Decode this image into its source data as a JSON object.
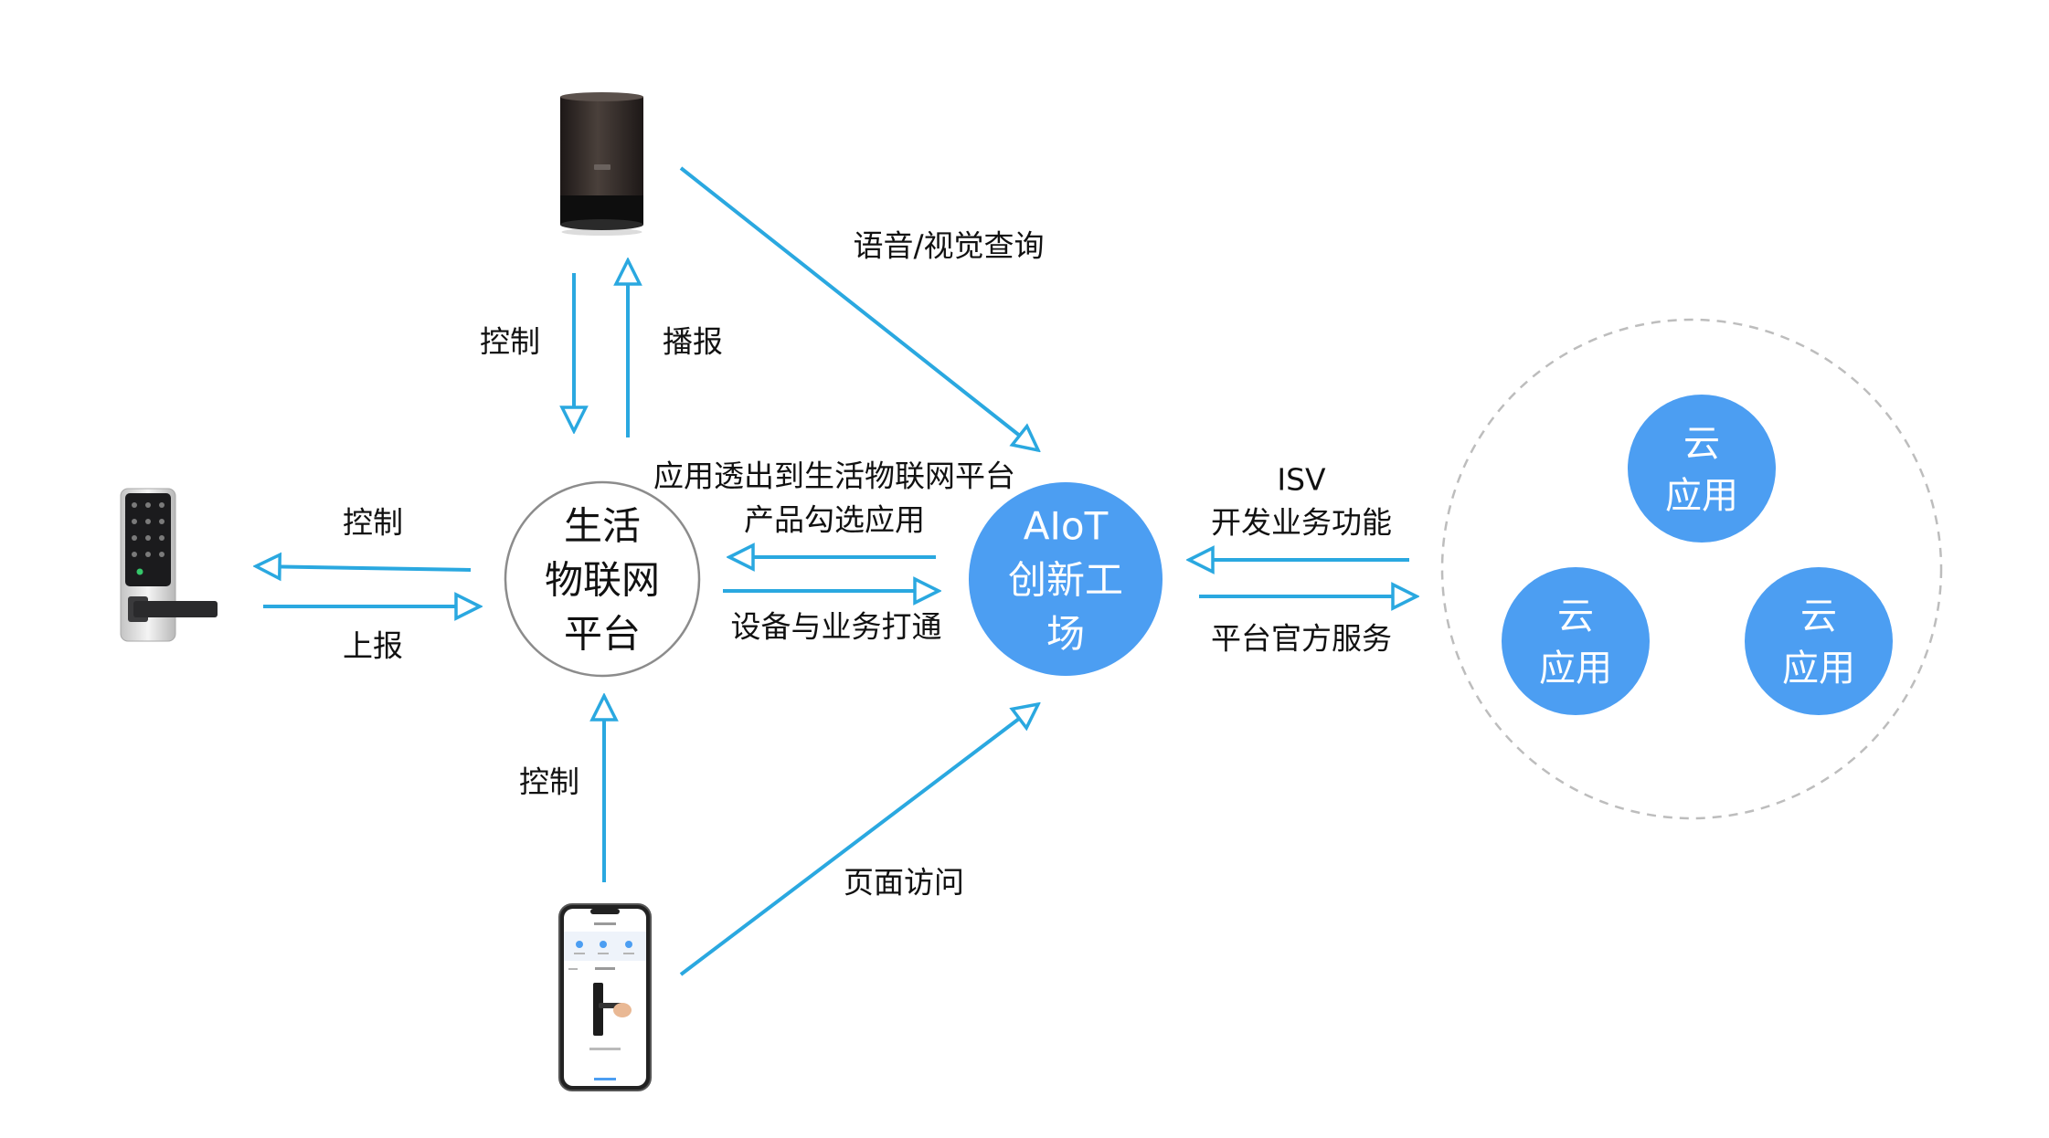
{
  "diagram": {
    "nodes": {
      "platform": {
        "lines": [
          "生活",
          "物联网",
          "平台"
        ]
      },
      "aiot": {
        "lines": [
          "AIoT",
          "创新工",
          "场"
        ]
      },
      "cloud_apps": [
        {
          "lines": [
            "云",
            "应用"
          ]
        },
        {
          "lines": [
            "云",
            "应用"
          ]
        },
        {
          "lines": [
            "云",
            "应用"
          ]
        }
      ],
      "devices": {
        "speaker": {
          "icon": "smart-speaker-icon"
        },
        "door_lock": {
          "icon": "smart-door-lock-icon"
        },
        "phone": {
          "icon": "smartphone-icon"
        }
      }
    },
    "edges": {
      "speaker_to_platform": "控制",
      "platform_to_speaker": "播报",
      "speaker_to_aiot": "语音/视觉查询",
      "platform_to_lock": "控制",
      "lock_to_platform": "上报",
      "aiot_to_platform_line1": "应用透出到生活物联网平台",
      "aiot_to_platform_line2": "产品勾选应用",
      "platform_to_aiot": "设备与业务打通",
      "phone_to_platform": "控制",
      "phone_to_aiot": "页面访问",
      "cloud_to_aiot_line1": "ISV",
      "cloud_to_aiot_line2": "开发业务功能",
      "aiot_to_cloud": "平台官方服务"
    }
  },
  "colors": {
    "arrow": "#2aa8e0",
    "aiot_fill": "#4c9ef2",
    "cloud_app_fill": "#4c9ef2",
    "platform_stroke": "#8c8c8c",
    "dashed_group": "#bdbdbd",
    "label_text": "#111111",
    "node_text_light": "#ffffff"
  }
}
